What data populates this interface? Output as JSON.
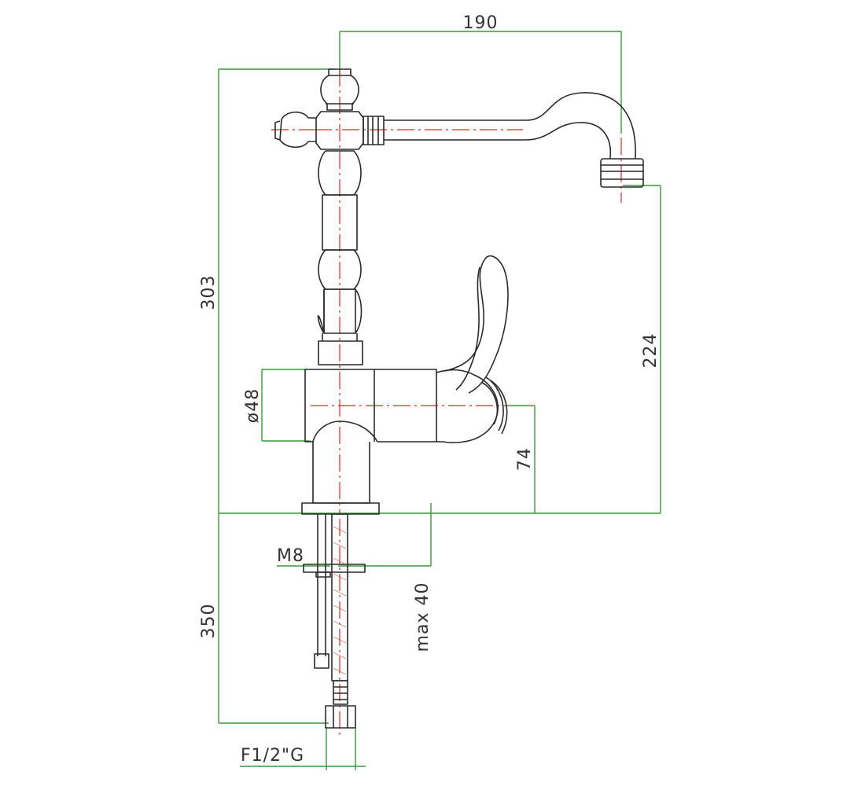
{
  "dimensions": {
    "width_top": "190",
    "overall_height": "303",
    "spout_height": "224",
    "body_diameter": "ø48",
    "handle_axis_height": "74",
    "rod_thread": "M8",
    "max_thickness": "max 40",
    "hose_length": "350",
    "hose_connector": "F1/2\"G"
  },
  "colors": {
    "outline": "#2a2a2a",
    "dimension_line": "#3a9a3a",
    "center_line": "#d22b2b"
  }
}
